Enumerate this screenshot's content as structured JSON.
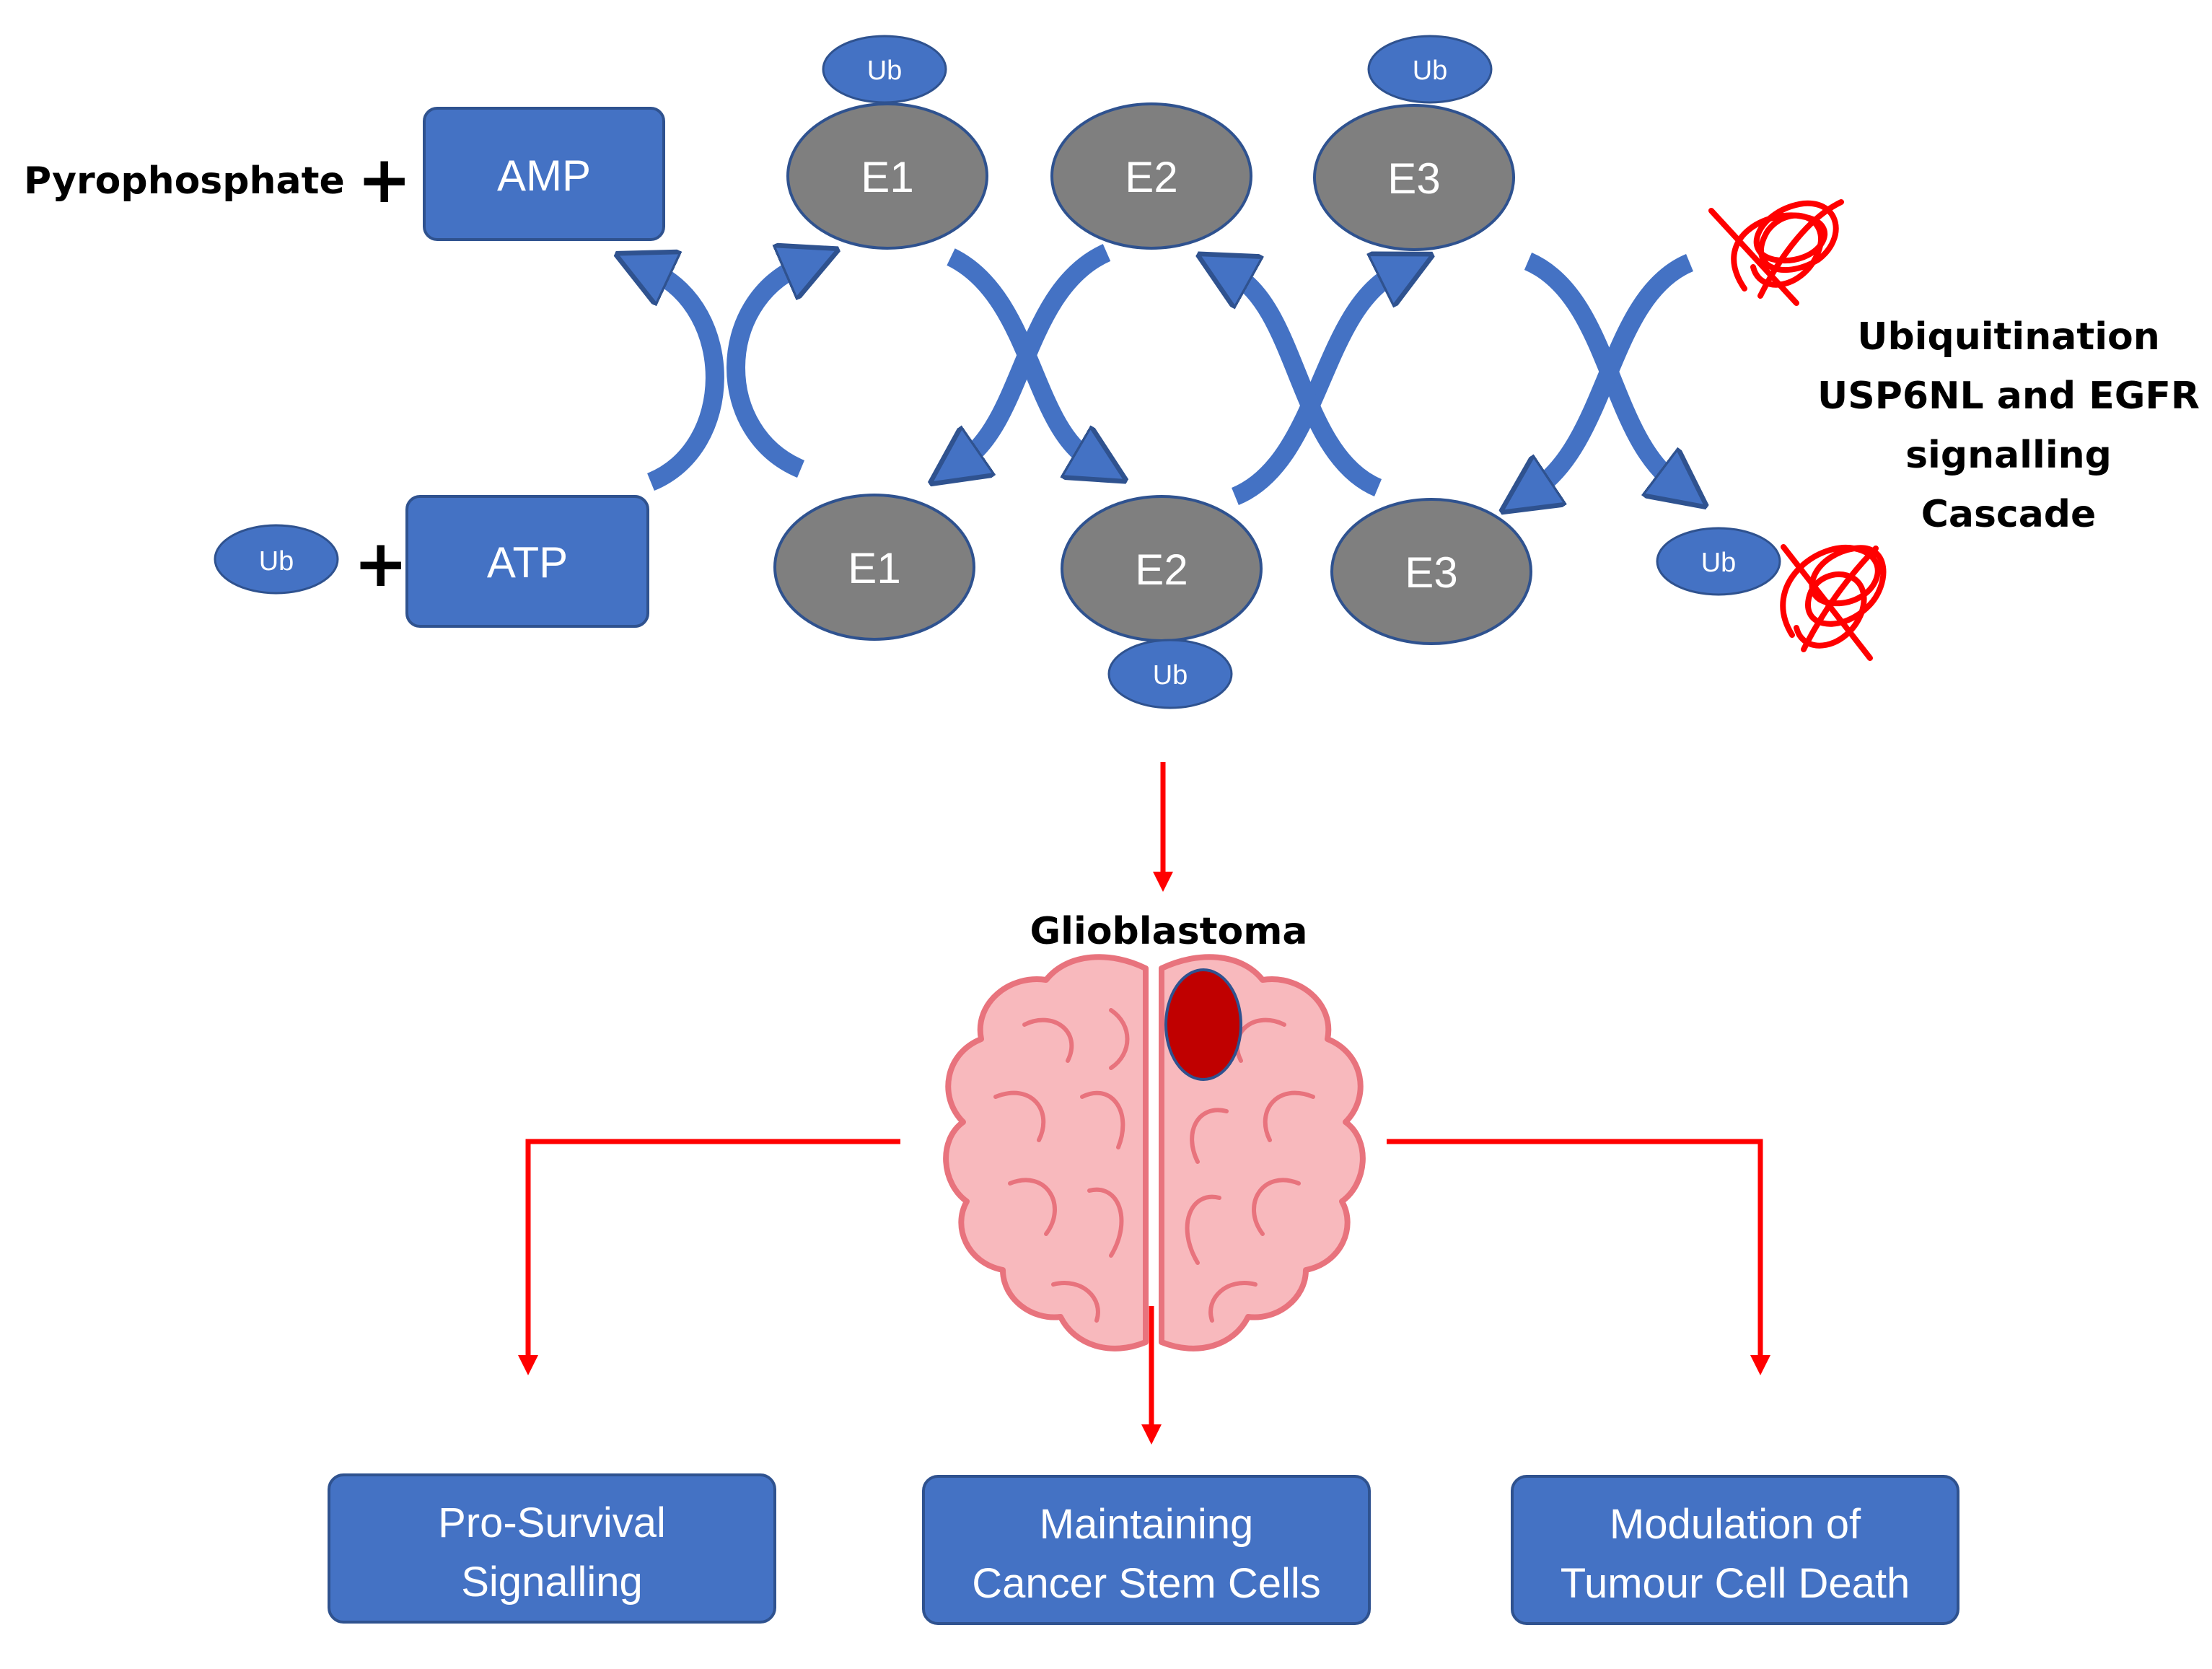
{
  "left": {
    "pyrophosphate": "Pyrophosphate",
    "plus": "+",
    "amp": "AMP",
    "atp": "ATP"
  },
  "enzymes": {
    "e1": "E1",
    "e2": "E2",
    "e3": "E3"
  },
  "ub": "Ub",
  "right_label": [
    "Ubiquitination",
    "USP6NL and EGFR",
    "signalling",
    "Cascade"
  ],
  "disease": "Glioblastoma",
  "outcomes": {
    "pro_survival": [
      "Pro-Survival",
      "Signalling"
    ],
    "stem_cells": [
      "Maintaining",
      "Cancer Stem Cells"
    ],
    "cell_death": [
      "Modulation of",
      "Tumour Cell Death"
    ]
  },
  "colors": {
    "box_blue": "#4472c4",
    "box_border": "#2f528f",
    "enzyme_gray": "#7f7f7f",
    "arrow_red": "#ff0000",
    "brain_pink": "#f8b9bd",
    "brain_outline": "#e8737d",
    "tumor": "#c00000"
  }
}
